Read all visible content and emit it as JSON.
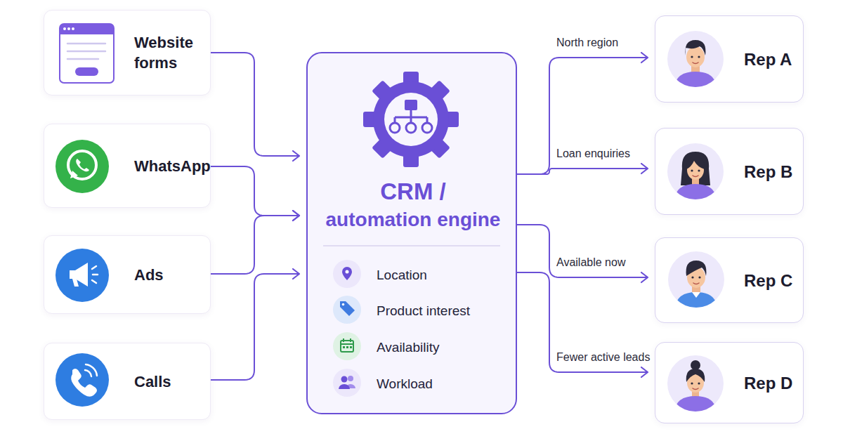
{
  "diagram": {
    "nodes": [
      {
        "text": [
          "Website forms"
        ]
      },
      {
        "text": [
          "WhatsApp"
        ]
      },
      {
        "text": [
          "Ads"
        ]
      },
      {
        "text": [
          "Calls"
        ]
      },
      {
        "text": [
          "CRM / automation engine",
          "Location",
          "Product interest",
          "Availability",
          "Workload"
        ]
      },
      {
        "text": [
          "Rep A"
        ]
      },
      {
        "text": [
          "Rep B"
        ]
      },
      {
        "text": [
          "Rep C"
        ]
      },
      {
        "text": [
          "Rep D"
        ]
      }
    ],
    "edges": [
      {
        "from": 0,
        "to": 4,
        "arrow": "to"
      },
      {
        "from": 1,
        "to": 4,
        "arrow": "to"
      },
      {
        "from": 2,
        "to": 4,
        "arrow": "to"
      },
      {
        "from": 3,
        "to": 4,
        "arrow": "to"
      },
      {
        "from": 4,
        "to": 5,
        "label": "North region",
        "arrow": "to"
      },
      {
        "from": 4,
        "to": 6,
        "label": "Loan enquiries",
        "arrow": "to"
      },
      {
        "from": 4,
        "to": 7,
        "label": "Available now",
        "arrow": "to"
      },
      {
        "from": 4,
        "to": 8,
        "label": "Fewer active leads",
        "arrow": "to"
      }
    ]
  }
}
